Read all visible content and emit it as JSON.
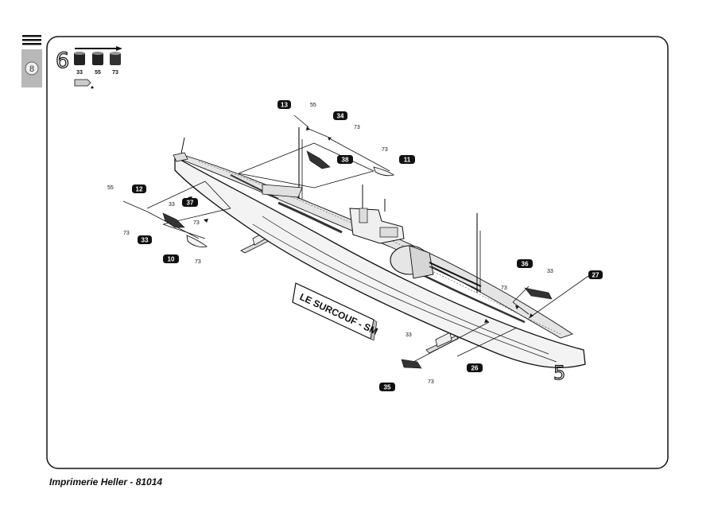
{
  "step": {
    "number": "6",
    "page_marker": "8"
  },
  "paints": [
    "33",
    "55",
    "73"
  ],
  "plate_text": "LE SURCOUF - SM",
  "hull_number": "5",
  "part_badges": [
    "13",
    "34",
    "38",
    "11",
    "12",
    "37",
    "33",
    "10",
    "36",
    "27",
    "35",
    "26"
  ],
  "paint_labels": [
    "55",
    "73",
    "73",
    "55",
    "73",
    "33",
    "73",
    "73",
    "33",
    "73",
    "33",
    "33",
    "73"
  ],
  "footer": "Imprimerie Heller - 81014"
}
